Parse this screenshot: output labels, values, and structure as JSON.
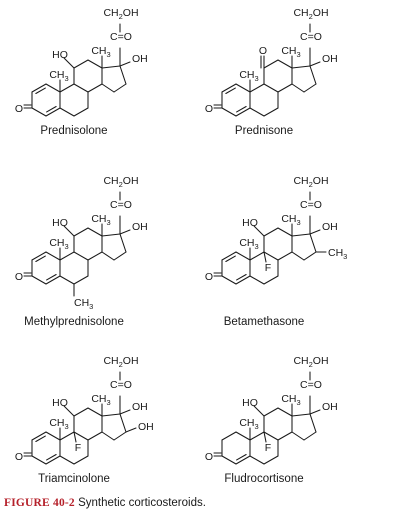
{
  "atoms": {
    "ch2oh": [
      "CH",
      "2",
      "OH"
    ],
    "carbonyl": "C=O",
    "methyl": [
      "CH",
      "3"
    ],
    "hydroxyl": "OH",
    "ho": "HO",
    "keto": "O",
    "fluorine": "F"
  },
  "compounds": [
    {
      "name": "Prednisolone",
      "c1_double": true,
      "c11": "HO",
      "c6_methyl": false,
      "fluoro": false,
      "c16": ""
    },
    {
      "name": "Prednisone",
      "c1_double": true,
      "c11": "O",
      "c6_methyl": false,
      "fluoro": false,
      "c16": ""
    },
    {
      "name": "Methylprednisolone",
      "c1_double": true,
      "c11": "HO",
      "c6_methyl": true,
      "fluoro": false,
      "c16": ""
    },
    {
      "name": "Betamethasone",
      "c1_double": true,
      "c11": "HO",
      "c6_methyl": false,
      "fluoro": true,
      "c16": "CH3"
    },
    {
      "name": "Triamcinolone",
      "c1_double": true,
      "c11": "HO",
      "c6_methyl": false,
      "fluoro": true,
      "c16": "OH"
    },
    {
      "name": "Fludrocortisone",
      "c1_double": false,
      "c11": "HO",
      "c6_methyl": false,
      "fluoro": true,
      "c16": ""
    }
  ],
  "caption": {
    "label": "FIGURE 40-2",
    "text": "Synthetic corticosteroids."
  }
}
